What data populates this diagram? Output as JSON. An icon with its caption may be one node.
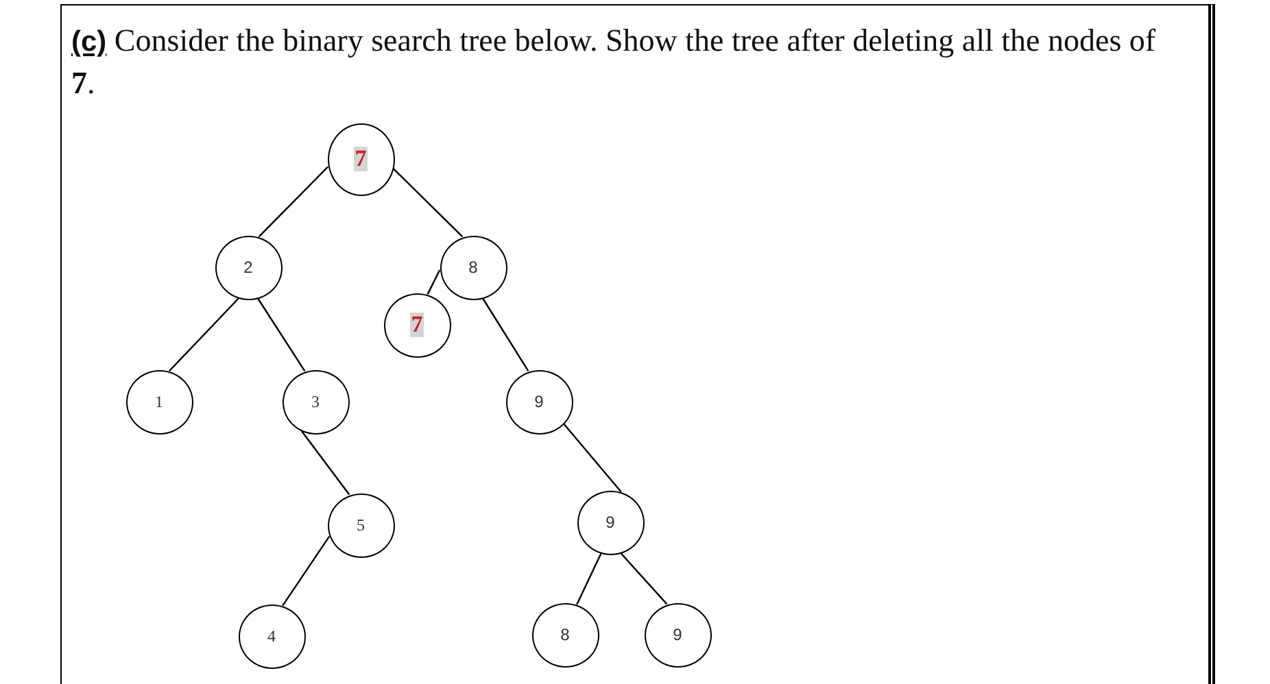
{
  "diagram": {
    "title": "**(c)** Consider the binary search tree below. Show the tree after deleting all the nodes of **7**.",
    "nodes": [
      {
        "text": [
          "7"
        ]
      },
      {
        "text": [
          "2"
        ]
      },
      {
        "text": [
          "8"
        ]
      },
      {
        "text": [
          "7"
        ]
      },
      {
        "text": [
          "1"
        ]
      },
      {
        "text": [
          "3"
        ]
      },
      {
        "text": [
          "9"
        ]
      },
      {
        "text": [
          "5"
        ]
      },
      {
        "text": [
          "9"
        ]
      },
      {
        "text": [
          "4"
        ]
      },
      {
        "text": [
          "8"
        ]
      },
      {
        "text": [
          "9"
        ]
      }
    ],
    "edges": [
      {
        "from": 0,
        "to": 1,
        "arrow": "none"
      },
      {
        "from": 0,
        "to": 2,
        "arrow": "none"
      },
      {
        "from": 1,
        "to": 4,
        "arrow": "none"
      },
      {
        "from": 1,
        "to": 5,
        "arrow": "none"
      },
      {
        "from": 2,
        "to": 3,
        "arrow": "none"
      },
      {
        "from": 2,
        "to": 6,
        "arrow": "none"
      },
      {
        "from": 5,
        "to": 7,
        "arrow": "none"
      },
      {
        "from": 7,
        "to": 9,
        "arrow": "none"
      },
      {
        "from": 6,
        "to": 8,
        "arrow": "none"
      },
      {
        "from": 8,
        "to": 10,
        "arrow": "none"
      },
      {
        "from": 8,
        "to": 11,
        "arrow": "none"
      }
    ]
  }
}
